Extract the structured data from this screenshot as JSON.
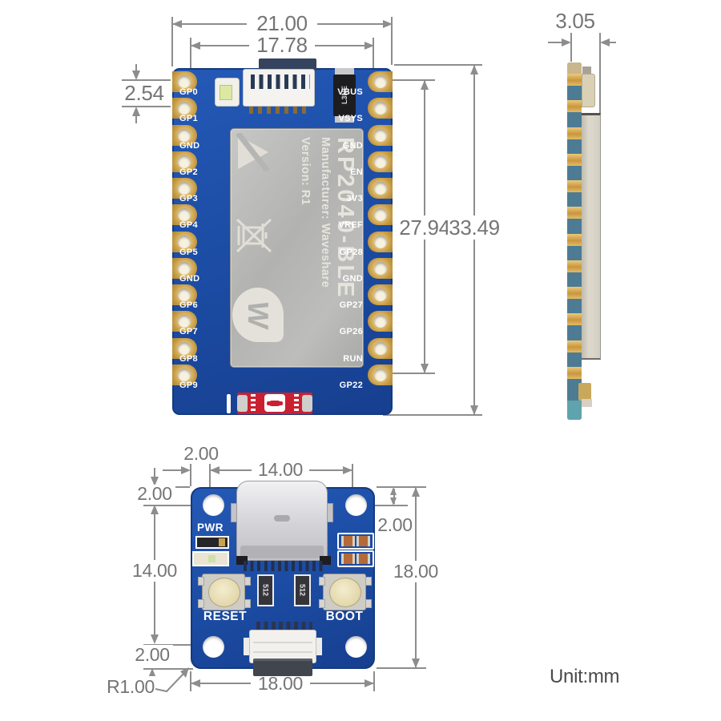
{
  "drawing": {
    "unit_note": "Unit:mm",
    "front_view": {
      "dim_width_outer": "21.00",
      "dim_width_pads": "17.78",
      "dim_pitch": "2.54",
      "dim_pad_span": "27.94",
      "dim_height": "33.49",
      "left_pins": [
        "GP0",
        "GP1",
        "GND",
        "GP2",
        "GP3",
        "GP4",
        "GP5",
        "GND",
        "GP6",
        "GP7",
        "GP8",
        "GP9"
      ],
      "right_pins": [
        "VBUS",
        "VSYS",
        "GND",
        "EN",
        "3V3",
        "VREF",
        "GP28",
        "GND",
        "GP27",
        "GP26",
        "RUN",
        "GP22"
      ],
      "shield_title": "RP2040-BLE",
      "shield_manufacturer": "Manufacturer: Waveshare",
      "shield_version": "Version: R1",
      "diode_marking": "L3NE"
    },
    "side_view": {
      "dim_thickness": "3.05"
    },
    "back_view": {
      "dim_hole_inset_top_left": "2.00",
      "dim_hole_span_h": "14.00",
      "dim_hole_inset_left_top": "2.00",
      "dim_hole_inset_right_top": "2.00",
      "dim_hole_span_v": "14.00",
      "dim_board_height": "18.00",
      "dim_hole_inset_left_bottom": "2.00",
      "dim_corner_radius": "R1.00",
      "dim_board_width": "18.00",
      "label_pwr": "PWR",
      "label_reset": "RESET",
      "label_boot": "BOOT",
      "resistor_marking": "512"
    },
    "colors": {
      "board_blue": "#1c52ad",
      "pad_gold": "#c59b45",
      "shield_silver": "#b9b9b5",
      "dim_gray": "#8d8d8d",
      "antenna_red": "#cb2030"
    }
  }
}
